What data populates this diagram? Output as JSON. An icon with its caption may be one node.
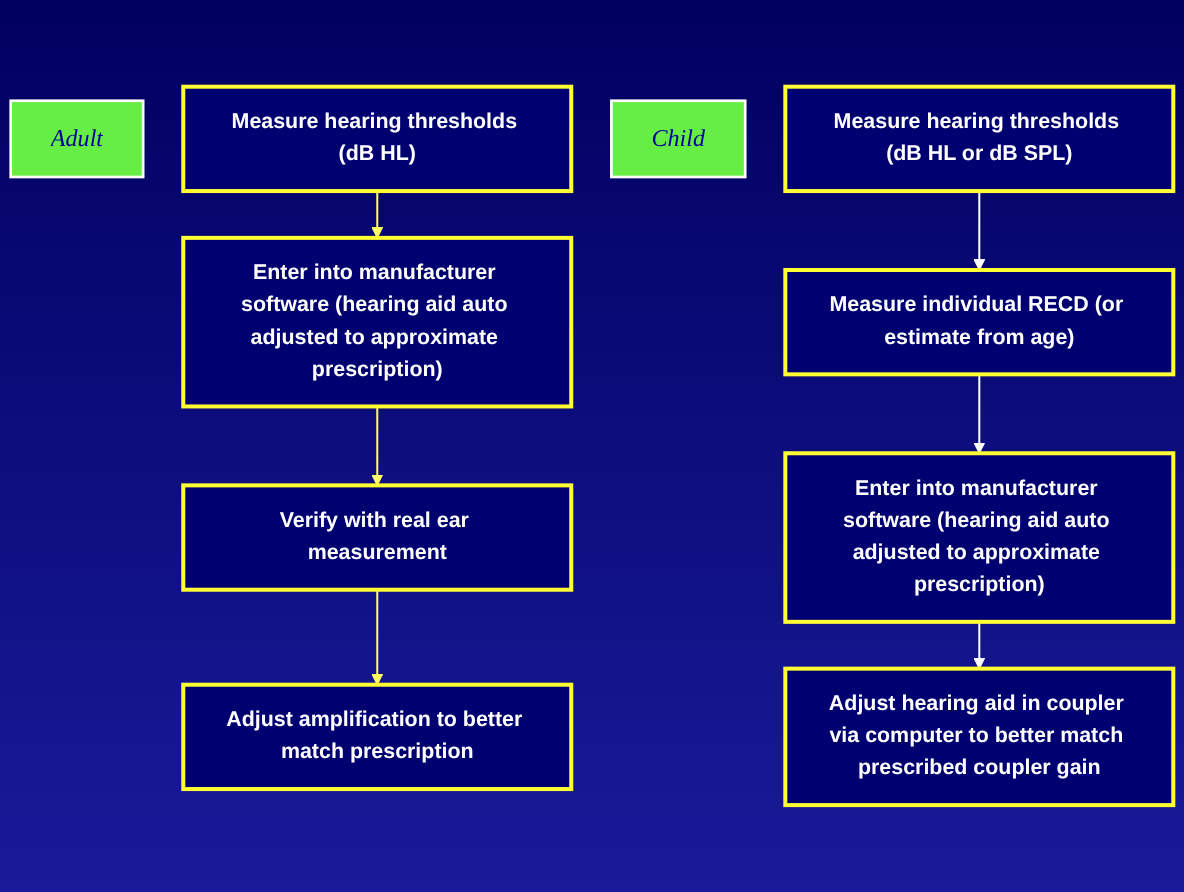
{
  "diagram": {
    "nodes": [
      {
        "text": [
          "Adult"
        ]
      },
      {
        "text": [
          "Measure hearing thresholds (dB HL)"
        ]
      },
      {
        "text": [
          "Enter into manufacturer software (hearing aid auto adjusted to approximate prescription)"
        ]
      },
      {
        "text": [
          "Verify with real ear measurement"
        ]
      },
      {
        "text": [
          "Adjust amplification to better match prescription"
        ]
      },
      {
        "text": [
          "Child"
        ]
      },
      {
        "text": [
          "Measure hearing thresholds (dB HL or dB SPL)"
        ]
      },
      {
        "text": [
          "Measure individual RECD (or estimate from age)"
        ]
      },
      {
        "text": [
          "Enter into manufacturer software (hearing aid auto adjusted to approximate prescription)"
        ]
      },
      {
        "text": [
          "Adjust hearing aid in coupler via computer to better match prescribed coupler gain"
        ]
      }
    ],
    "edges": [
      {
        "from": 1,
        "to": 2,
        "arrow": "to",
        "color": "#ffff66"
      },
      {
        "from": 2,
        "to": 3,
        "arrow": "to",
        "color": "#ffff66"
      },
      {
        "from": 3,
        "to": 4,
        "arrow": "to",
        "color": "#ffff66"
      },
      {
        "from": 6,
        "to": 7,
        "arrow": "to",
        "color": "#ffffff"
      },
      {
        "from": 7,
        "to": 8,
        "arrow": "to",
        "color": "#ffffff"
      },
      {
        "from": 8,
        "to": 9,
        "arrow": "to",
        "color": "#ffffff"
      }
    ]
  }
}
